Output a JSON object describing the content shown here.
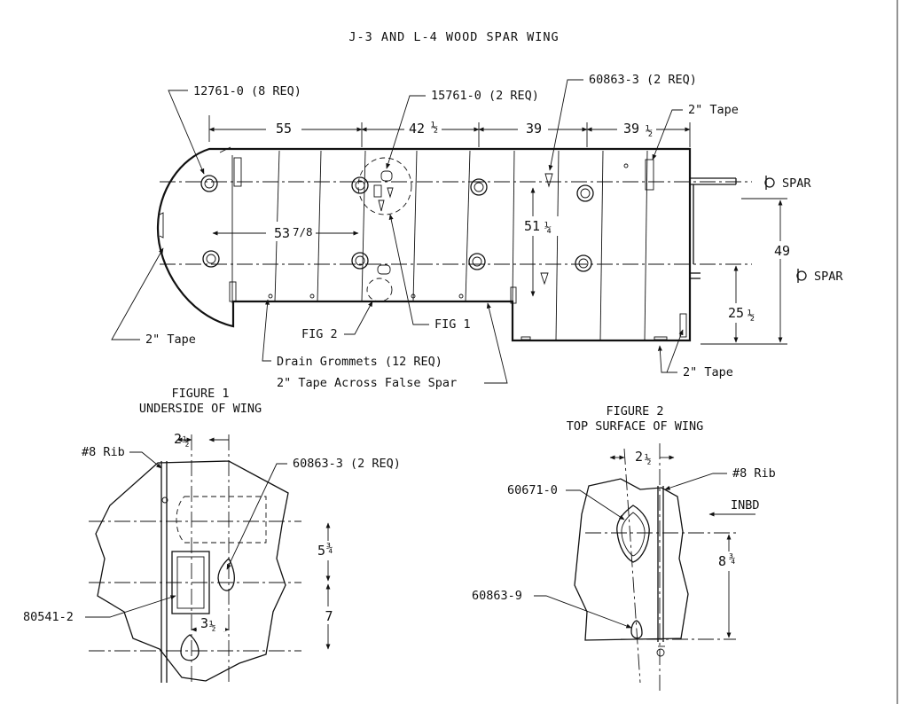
{
  "title": "J-3 AND L-4 WOOD SPAR WING",
  "main": {
    "dimensions": {
      "top_55": "55",
      "top_42": "42",
      "top_39": "39",
      "top_39b": "39",
      "inner_53": "53",
      "inner_51": "51",
      "right_49": "49",
      "right_25": "25"
    },
    "fractions": {
      "half": "½",
      "seven_eighths": "7/8",
      "quarter": "¼"
    },
    "callouts": {
      "part_12761": "12761-0 (8 REQ)",
      "part_15761": "15761-0 (2 REQ)",
      "part_60863_3": "60863-3 (2 REQ)",
      "tape_top_right": "2\" Tape",
      "spar_front": "SPAR",
      "spar_rear": "SPAR",
      "tape_left": "2\" Tape",
      "fig2_ref": "FIG 2",
      "fig1_ref": "FIG 1",
      "drain": "Drain Grommets (12 REQ)",
      "false_spar_tape": "2\" Tape Across False Spar",
      "tape_bottom_right": "2\" Tape"
    }
  },
  "figure1": {
    "title": "FIGURE 1",
    "subtitle": "UNDERSIDE OF WING",
    "rib": "#8 Rib",
    "part_60863_3": "60863-3 (2 REQ)",
    "part_80541": "80541-2",
    "dim_2": "2",
    "dim_5": "5",
    "dim_3": "3",
    "dim_7": "7",
    "half": "½",
    "three_quarters": "¾"
  },
  "figure2": {
    "title": "FIGURE 2",
    "subtitle": "TOP SURFACE OF WING",
    "rib": "#8 Rib",
    "part_60671": "60671-0",
    "part_60863_9": "60863-9",
    "inbd": "INBD",
    "dim_2": "2",
    "dim_8": "8",
    "half": "½",
    "three_quarters": "¾"
  }
}
